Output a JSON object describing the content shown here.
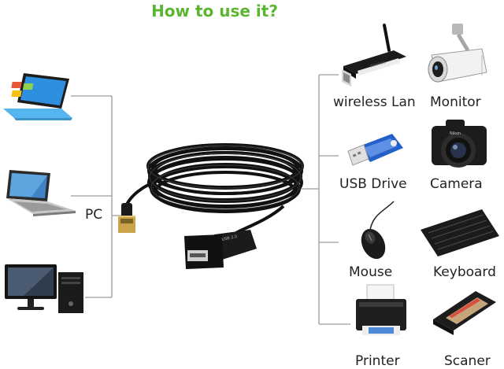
{
  "title": "How to use it?",
  "pc_label": "PC",
  "devices": {
    "wireless_lan": "wireless Lan",
    "monitor": "Monitor",
    "usb_drive": "USB Drive",
    "camera": "Camera",
    "mouse": "Mouse",
    "keyboard": "Keyboard",
    "printer": "Printer",
    "scanner": "Scaner"
  },
  "colors": {
    "title": "#5cb531",
    "line": "#9a9a9a",
    "cable": "#111111",
    "laptop_screen": "#2e8fe0",
    "usb_drive": "#2460c8"
  },
  "icons": {
    "pc_devices": [
      "tablet-laptop-icon",
      "laptop-icon",
      "desktop-pc-icon"
    ],
    "cable": "usb-extension-cable-icon",
    "peripherals": [
      "wireless-lan-icon",
      "monitor-camera-icon",
      "usb-drive-icon",
      "camera-icon",
      "mouse-icon",
      "keyboard-icon",
      "printer-icon",
      "scanner-icon"
    ]
  }
}
